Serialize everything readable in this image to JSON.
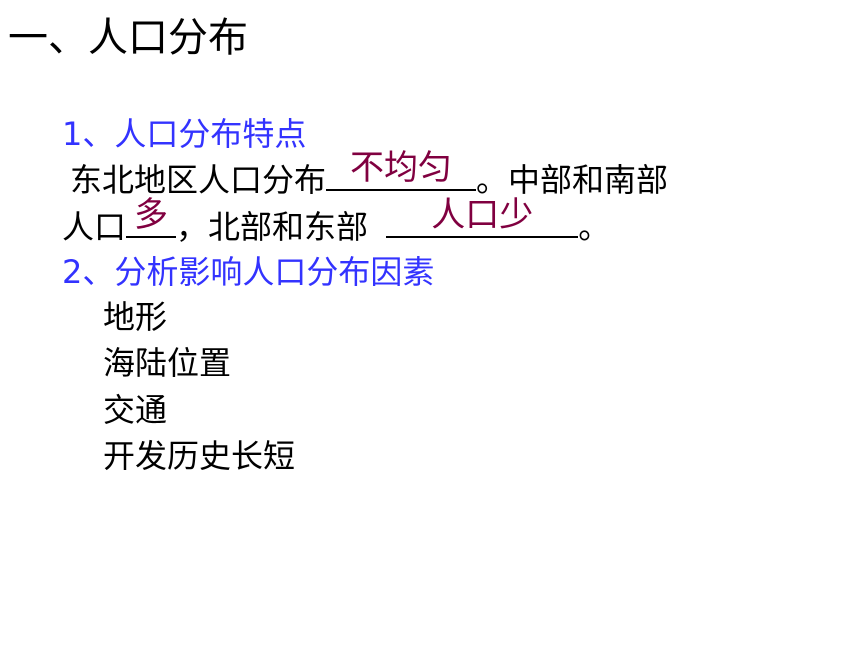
{
  "title": "一、人口分布",
  "section1": {
    "heading": "1、人口分布特点",
    "line1_text_a": "东北地区人口分布",
    "line1_answer": "不均匀",
    "line1_text_b": "。中部和南部",
    "line2_text_a": "人口",
    "line2_answer": "多",
    "line2_text_b": "，北部和东部",
    "line2_answer2": "人口少",
    "line2_text_c": "。"
  },
  "section2": {
    "heading": "2、分析影响人口分布因素",
    "factors": [
      "地形",
      "海陆位置",
      "交通",
      "开发历史长短"
    ]
  }
}
